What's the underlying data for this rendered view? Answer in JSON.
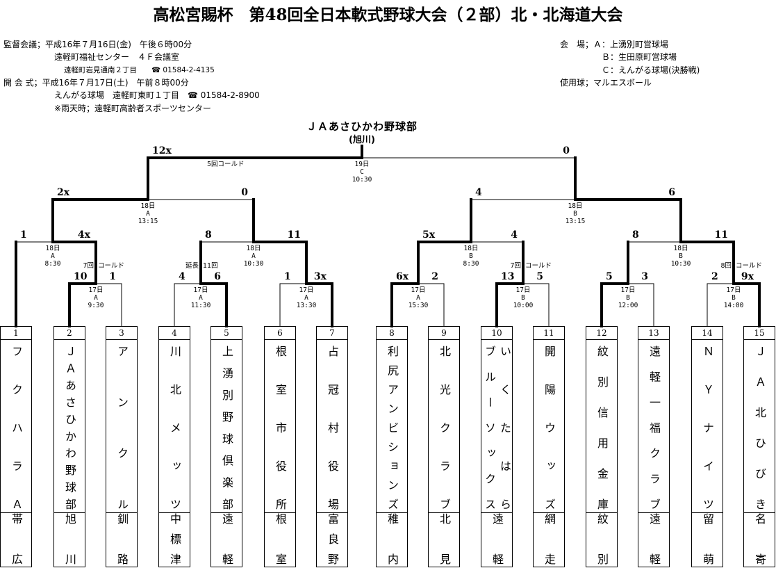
{
  "title": "高松宮賜杯　第48回全日本軟式野球大会（２部）北・北海道大会",
  "left_info": [
    "監督会議；平成16年７月16日(金)　午後６時00分",
    "遠軽町福祉センター　４Ｆ会議室",
    "遠軽町岩見通南２丁目　　☎ 01584-2-4135",
    "開 会 式；平成16年７月17日(土)　午前８時00分",
    "えんがる球場　遠軽町東町１丁目　☎ 01584-2-8900",
    "※雨天時；遠軽町高齢者スポーツセンター"
  ],
  "right_info": [
    "会　場；Ａ：上湧別町営球場",
    "Ｂ：生田原町営球場",
    "Ｃ：えんがる球場(決勝戦)",
    "使用球；マルエスボール"
  ],
  "champion": {
    "name": "ＪＡあさひかわ野球部",
    "city": "(旭川)"
  },
  "teams": [
    {
      "no": "1",
      "name": "フクハラＡ",
      "city": "帯広"
    },
    {
      "no": "2",
      "name": "ＪＡあさひかわ野球部",
      "city": "旭川"
    },
    {
      "no": "3",
      "name": "アンクル",
      "city": "釧路"
    },
    {
      "no": "4",
      "name": "川北メッツ",
      "city": "中標津"
    },
    {
      "no": "5",
      "name": "上湧別野球倶楽部",
      "city": "遠軽"
    },
    {
      "no": "6",
      "name": "根室市役所",
      "city": "根室"
    },
    {
      "no": "7",
      "name": "占冠村役場",
      "city": "富良野"
    },
    {
      "no": "8",
      "name": "利尻アンビションズ",
      "city": "稚内"
    },
    {
      "no": "9",
      "name": "北光クラブ",
      "city": "北見"
    },
    {
      "no": "10",
      "name": "いくたはら\nブルーソックス",
      "city": "遠軽"
    },
    {
      "no": "11",
      "name": "開陽ウッズ",
      "city": "網走"
    },
    {
      "no": "12",
      "name": "紋別信用金庫",
      "city": "紋別"
    },
    {
      "no": "13",
      "name": "遠軽一福クラブ",
      "city": "遠軽"
    },
    {
      "no": "14",
      "name": "ＮＹナイツ",
      "city": "留萌"
    },
    {
      "no": "15",
      "name": "ＪＡ北ひびき",
      "city": "名寄"
    }
  ],
  "matches": [
    {
      "round": 1,
      "scores": [
        "10",
        "1"
      ],
      "winner": "left",
      "info": "17日\nA\n9:30",
      "note": [
        "7回",
        "コールド"
      ]
    },
    {
      "round": 1,
      "scores": [
        "4",
        "6"
      ],
      "winner": "right",
      "info": "17日\nA\n11:30",
      "note": [
        "延長",
        "11回"
      ]
    },
    {
      "round": 1,
      "scores": [
        "1",
        "3x"
      ],
      "winner": "right",
      "info": "17日\nA\n13:30"
    },
    {
      "round": 1,
      "scores": [
        "6x",
        "2"
      ],
      "winner": "left",
      "info": "17日\nA\n15:30"
    },
    {
      "round": 1,
      "scores": [
        "13",
        "5"
      ],
      "winner": "left",
      "info": "17日\nB\n10:00",
      "note": [
        "7回",
        "コールド"
      ]
    },
    {
      "round": 1,
      "scores": [
        "5",
        "3"
      ],
      "winner": "left",
      "info": "17日\nB\n12:00"
    },
    {
      "round": 1,
      "scores": [
        "2",
        "9x"
      ],
      "winner": "right",
      "info": "17日\nB\n14:00",
      "note": [
        "8回",
        "コールド"
      ]
    },
    {
      "round": 2,
      "scores": [
        "1",
        "4x"
      ],
      "winner": "right",
      "info": "18日\nA\n8:30"
    },
    {
      "round": 2,
      "scores": [
        "8",
        "11"
      ],
      "winner": "right",
      "info": "18日\nA\n10:30"
    },
    {
      "round": 2,
      "scores": [
        "5x",
        "4"
      ],
      "winner": "left",
      "info": "18日\nB\n8:30"
    },
    {
      "round": 2,
      "scores": [
        "8",
        "11"
      ],
      "winner": "right",
      "info": "18日\nB\n10:30"
    },
    {
      "round": 3,
      "scores": [
        "2x",
        "0"
      ],
      "winner": "left",
      "info": "18日\nA\n13:15"
    },
    {
      "round": 3,
      "scores": [
        "4",
        "6"
      ],
      "winner": "right",
      "info": "18日\nB\n13:15"
    },
    {
      "round": 4,
      "scores": [
        "12x",
        "0"
      ],
      "winner": "left",
      "info": "19日\nC\n10:30",
      "note_center": "5回コールド"
    }
  ]
}
